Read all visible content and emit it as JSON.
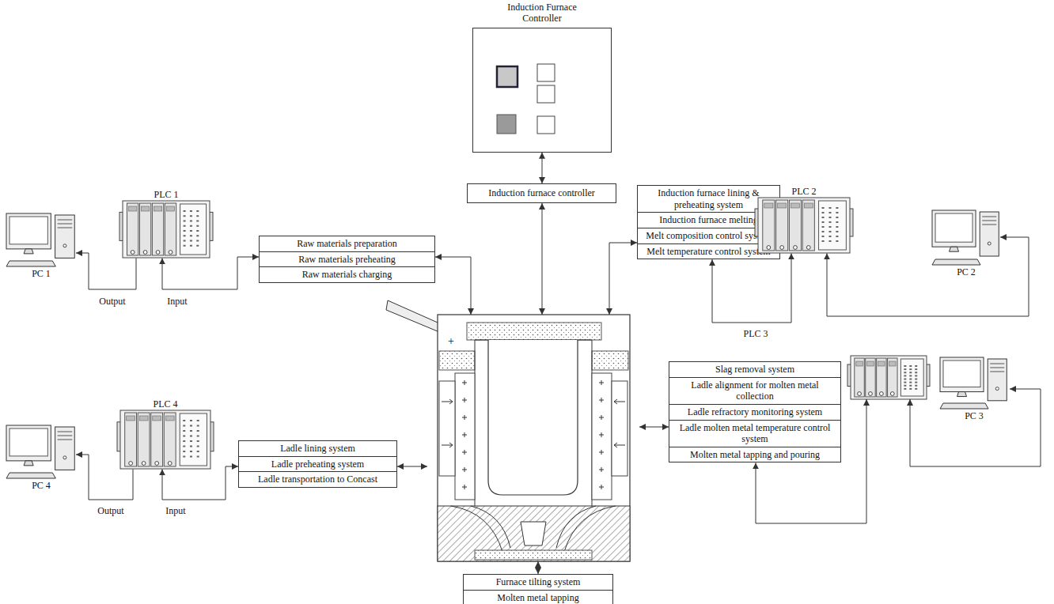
{
  "diagram": {
    "nodes": [
      {
        "text": [
          "Induction Furnace Controller"
        ]
      },
      {
        "text": [
          "Induction furnace controller"
        ]
      },
      {
        "text": [
          "Raw materials preparation",
          "Raw materials preheating",
          "Raw materials charging"
        ]
      },
      {
        "text": [
          "Induction furnace lining & preheating system",
          "Induction furnace melting",
          "Melt composition control system",
          "Melt temperature control system"
        ]
      },
      {
        "text": [
          "+"
        ]
      },
      {
        "text": [
          "Slag removal system",
          "Ladle alignment for molten metal collection",
          "Ladle refractory monitoring system",
          "Ladle molten metal temperature control system",
          "Molten metal tapping and pouring"
        ]
      },
      {
        "text": [
          "Ladle lining system",
          "Ladle preheating system",
          "Ladle transportation to Concast"
        ]
      },
      {
        "text": [
          "Furnace tilting system",
          "Molten metal tapping"
        ]
      },
      {
        "text": [
          "PLC 1"
        ]
      },
      {
        "text": [
          "PC 1"
        ]
      },
      {
        "text": [
          "PLC 2"
        ]
      },
      {
        "text": [
          "PC 2"
        ]
      },
      {
        "text": [
          "PC 3"
        ]
      },
      {
        "text": [
          "PLC 4"
        ]
      },
      {
        "text": [
          "PC 4"
        ]
      }
    ],
    "edges": [
      {
        "from": 8,
        "to": 9,
        "arrow": "to",
        "label": "Output"
      },
      {
        "from": 2,
        "to": 8,
        "arrow": "both",
        "label": "Input"
      },
      {
        "from": 2,
        "to": 4,
        "arrow": "both"
      },
      {
        "from": 0,
        "to": 1,
        "arrow": "both"
      },
      {
        "from": 1,
        "to": 4,
        "arrow": "both"
      },
      {
        "from": 3,
        "to": 4,
        "arrow": "both"
      },
      {
        "from": 10,
        "to": 3,
        "arrow": "both"
      },
      {
        "from": 10,
        "to": 11,
        "arrow": "both"
      },
      {
        "from": 4,
        "to": 5,
        "arrow": "both"
      },
      {
        "from": 6,
        "to": 4,
        "arrow": "both"
      },
      {
        "from": 13,
        "to": 14,
        "arrow": "to",
        "label": "Output"
      },
      {
        "from": 6,
        "to": 13,
        "arrow": "both",
        "label": "Input"
      },
      {
        "from": 4,
        "to": 7,
        "arrow": "both"
      }
    ],
    "labels": [
      "PLC 3"
    ]
  }
}
